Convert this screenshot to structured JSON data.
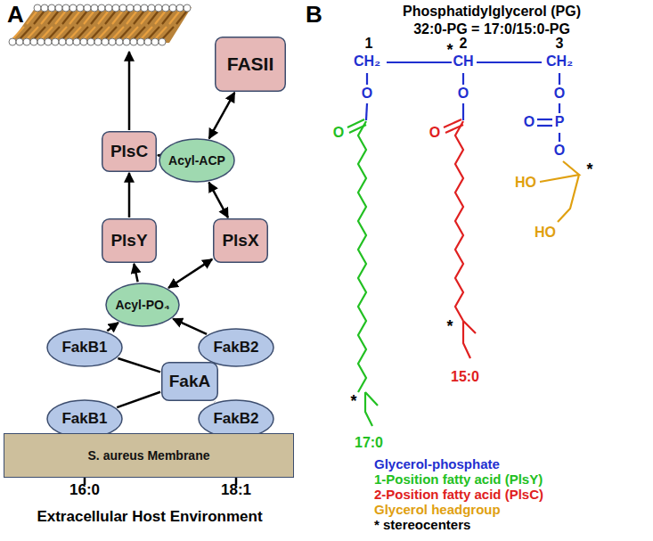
{
  "diagram": {
    "nodes": [
      {
        "text": [
          "FASII"
        ]
      },
      {
        "text": [
          "PlsC"
        ]
      },
      {
        "text": [
          "Acyl-ACP"
        ]
      },
      {
        "text": [
          "PlsY"
        ]
      },
      {
        "text": [
          "PlsX"
        ]
      },
      {
        "text": [
          "Acyl-PO₄"
        ]
      },
      {
        "text": [
          "FakB1"
        ]
      },
      {
        "text": [
          "FakA"
        ]
      },
      {
        "text": [
          "FakB2"
        ]
      },
      {
        "text": [
          "FakB1"
        ]
      },
      {
        "text": [
          "FakB2"
        ]
      },
      {
        "text": [
          "S. aureus Membrane"
        ]
      }
    ],
    "edges": [
      {
        "from": 2,
        "to": 0,
        "arrow": "both"
      },
      {
        "from": 2,
        "to": 1,
        "arrow": "to"
      },
      {
        "from": 2,
        "to": 4,
        "arrow": "both"
      },
      {
        "from": 3,
        "to": 1,
        "arrow": "to"
      },
      {
        "from": 5,
        "to": 3,
        "arrow": "to"
      },
      {
        "from": 4,
        "to": 5,
        "arrow": "both"
      },
      {
        "from": 6,
        "to": 5,
        "arrow": "to"
      },
      {
        "from": 8,
        "to": 5,
        "arrow": "to"
      },
      {
        "from": 7,
        "to": 6,
        "arrow": "none"
      },
      {
        "from": 7,
        "to": 8,
        "arrow": "none"
      },
      {
        "from": 7,
        "to": 9,
        "arrow": "none"
      },
      {
        "from": 7,
        "to": 10,
        "arrow": "none"
      },
      {
        "from": 11,
        "to": 9,
        "arrow": "to"
      },
      {
        "from": 11,
        "to": 10,
        "arrow": "to"
      }
    ],
    "labels": [
      "A",
      "16:0",
      "18:1",
      "Extracellular Host Environment",
      "B",
      "Phosphatidylglycerol (PG)",
      "32:0-PG = 17:0/15:0-PG",
      "1",
      "2",
      "3",
      "CH₂",
      "*",
      "CH",
      "CH₂",
      "O",
      "O",
      "O",
      "O",
      "O",
      "O",
      "P",
      "O",
      "HO",
      "HO",
      "*",
      "*",
      "*",
      "17:0",
      "15:0"
    ],
    "legend": [
      {
        "text": "Glycerol-phosphate",
        "color": "#1f2fd0"
      },
      {
        "text": "1-Position fatty acid (PlsY)",
        "color": "#22c022"
      },
      {
        "text": "2-Position fatty acid (PlsC)",
        "color": "#e02020"
      },
      {
        "text": "Glycerol headgroup",
        "color": "#e0a010"
      },
      {
        "text": "* stereocenters",
        "color": "#000000"
      }
    ]
  }
}
